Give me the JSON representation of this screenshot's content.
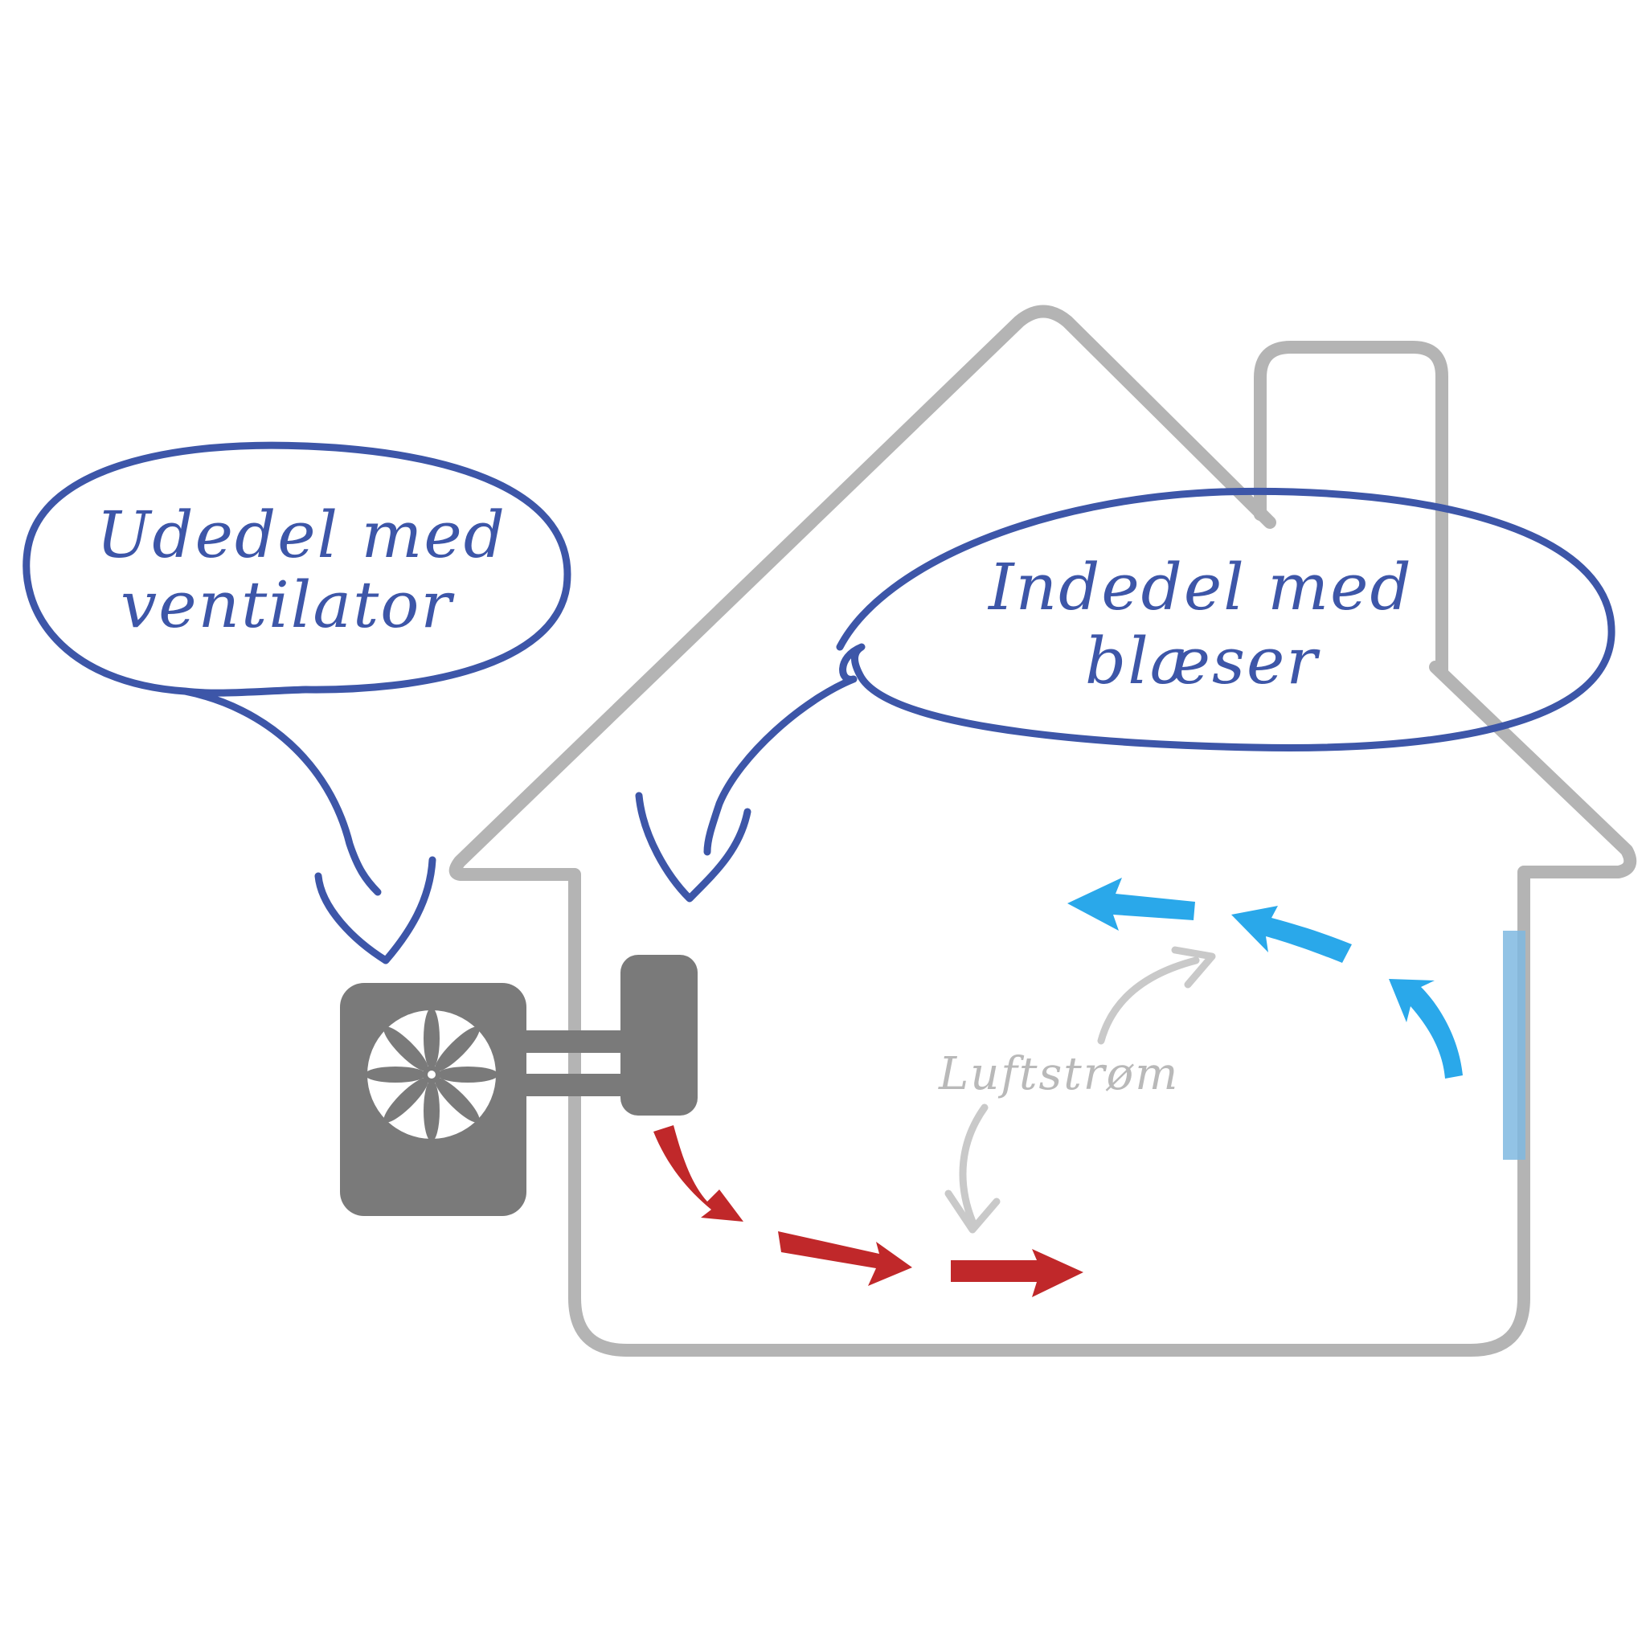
{
  "diagram": {
    "outdoor_callout": {
      "line1": "Udedel med",
      "line2": "ventilator"
    },
    "indoor_callout": {
      "line1": "Indedel med",
      "line2": "blæser"
    },
    "airflow_label": "Luftstrøm"
  },
  "colors": {
    "house_outline": "#b4b4b4",
    "callout_blue": "#3d56a8",
    "unit_gray": "#7a7a7a",
    "warm_air_red": "#c0282a",
    "cool_air_blue": "#2aa8ea",
    "airflow_label_gray": "#b9b9b9",
    "window_blue": "#7fb8e0"
  },
  "icons": [
    "fan-icon",
    "warm-air-arrow-icon",
    "cool-air-arrow-icon"
  ]
}
